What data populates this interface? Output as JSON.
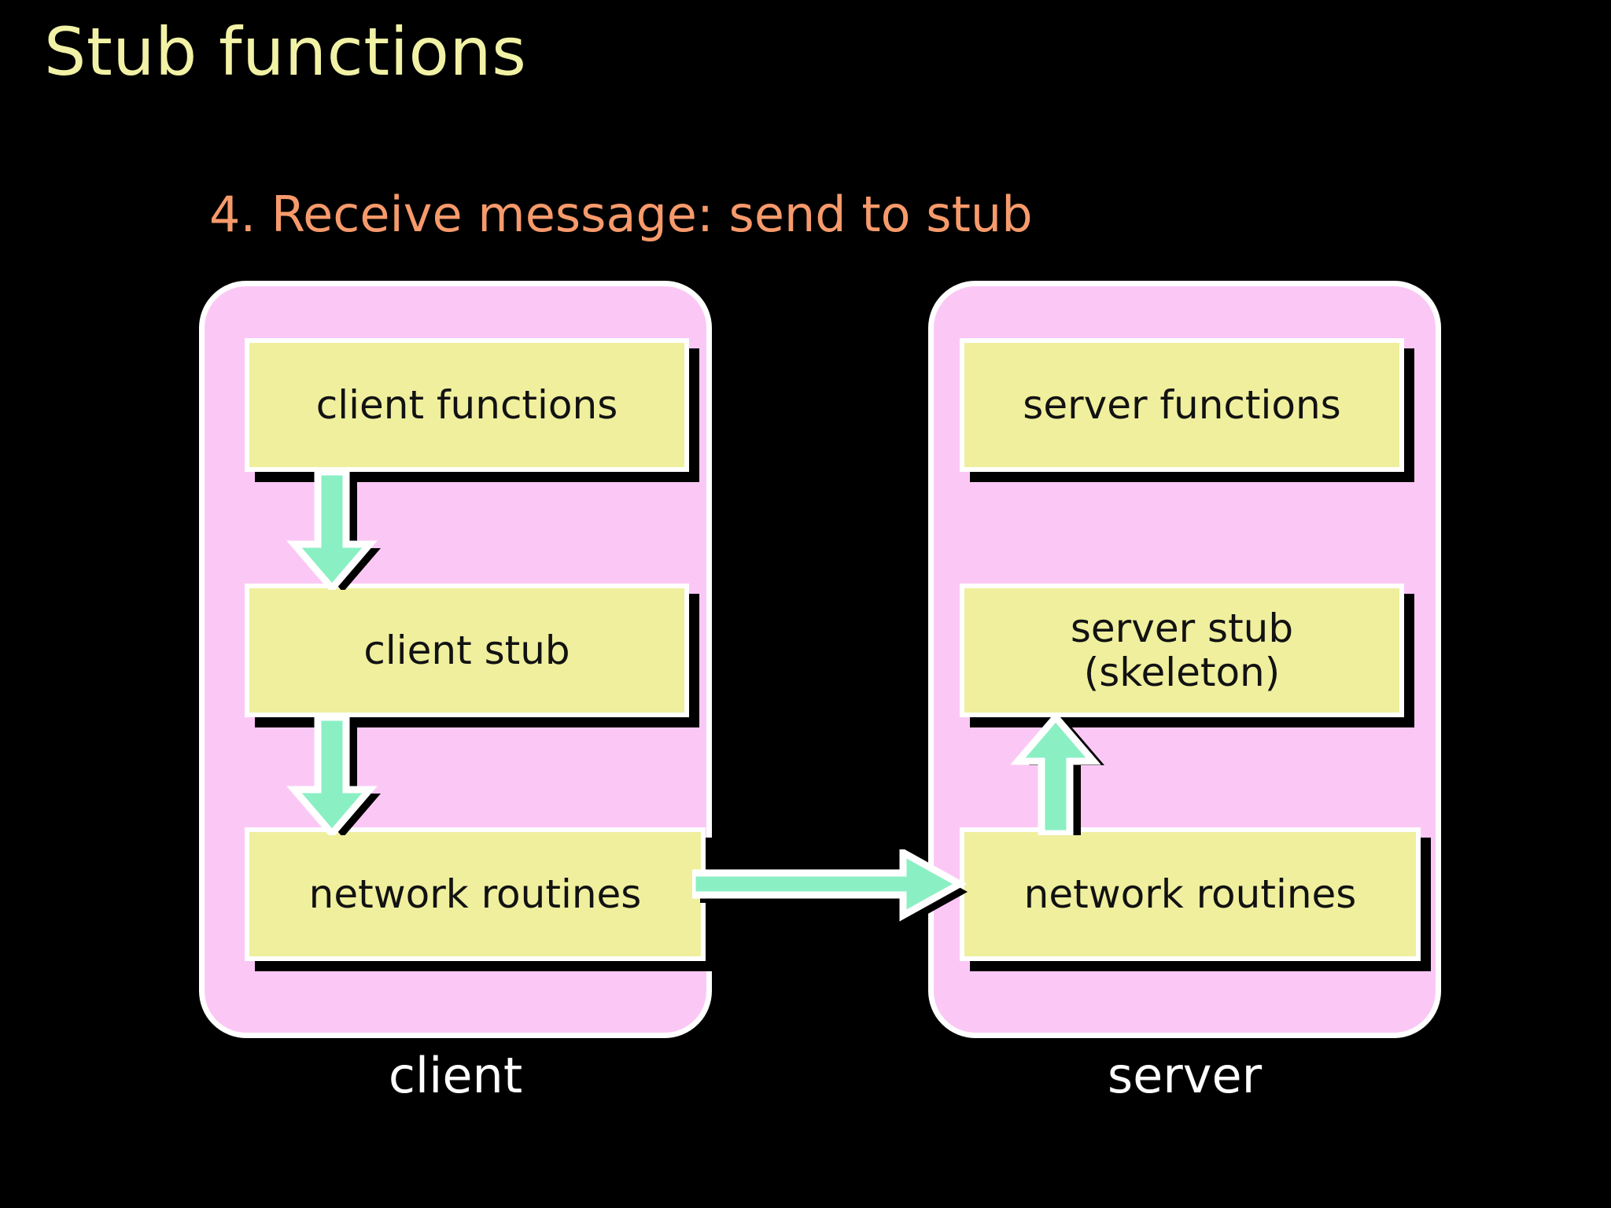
{
  "slide": {
    "title": "Stub functions",
    "subtitle": "4. Receive message: send to stub",
    "background_color": "#000000",
    "title_color": "#F2F2A6",
    "subtitle_color": "#F79A6B"
  },
  "colors": {
    "panel_fill": "#FBC8F5",
    "panel_border": "#FFFFFF",
    "box_fill": "#EFEF9E",
    "box_border": "#FFFFFF",
    "box_shadow": "#000000",
    "arrow_fill": "#8BEFC4",
    "arrow_outline": "#FFFFFF",
    "arrow_shadow": "#000000",
    "label_color": "#FFFFFF"
  },
  "client": {
    "label": "client",
    "boxes": [
      {
        "id": "client-functions",
        "text": "client functions"
      },
      {
        "id": "client-stub",
        "text": "client stub"
      },
      {
        "id": "client-network",
        "text": "network routines"
      }
    ]
  },
  "server": {
    "label": "server",
    "boxes": [
      {
        "id": "server-functions",
        "text": "server functions"
      },
      {
        "id": "server-stub",
        "text": "server stub\n(skeleton)"
      },
      {
        "id": "server-network",
        "text": "network routines"
      }
    ]
  },
  "arrows": [
    {
      "id": "client-functions-to-client-stub",
      "direction": "down"
    },
    {
      "id": "client-stub-to-client-network",
      "direction": "down"
    },
    {
      "id": "server-network-to-server-stub",
      "direction": "up"
    },
    {
      "id": "client-network-to-server-network",
      "direction": "right"
    }
  ]
}
